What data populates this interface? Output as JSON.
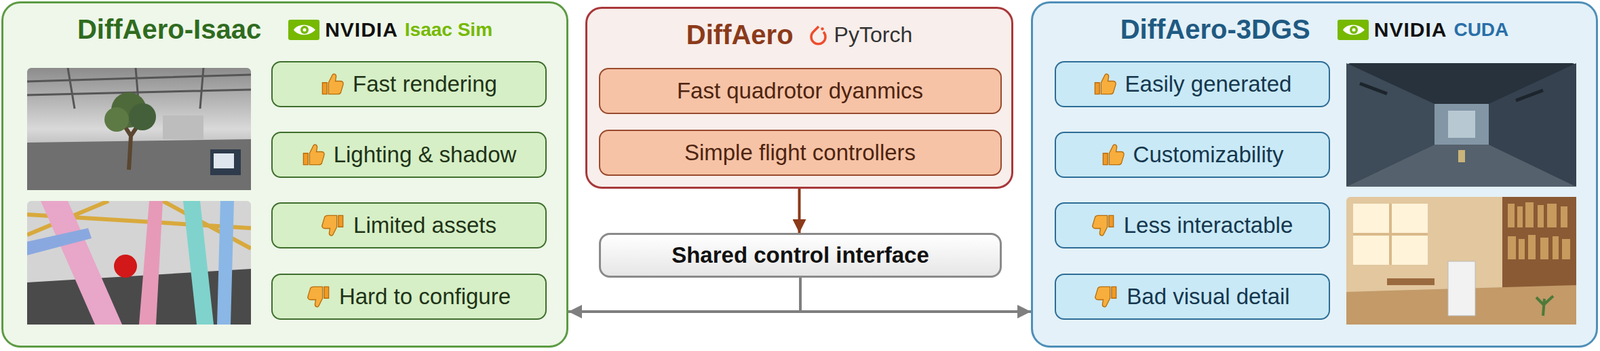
{
  "diagram": {
    "nodes": [
      {
        "text": [
          "DiffAero-Isaac",
          "NVIDIA",
          "Isaac Sim"
        ]
      },
      {
        "text": [
          "Fast rendering"
        ],
        "in": 0
      },
      {
        "text": [
          "Lighting & shadow"
        ],
        "in": 0
      },
      {
        "text": [
          "Limited assets"
        ],
        "in": 0
      },
      {
        "text": [
          "Hard to configure"
        ],
        "in": 0
      },
      {
        "text": [
          "DiffAero",
          "PyTorch"
        ]
      },
      {
        "text": [
          "Fast quadrotor dyanmics"
        ],
        "in": 5
      },
      {
        "text": [
          "Simple flight controllers"
        ],
        "in": 5
      },
      {
        "text": [
          "Shared control interface"
        ]
      },
      {
        "text": [
          "DiffAero-3DGS",
          "NVIDIA",
          "CUDA"
        ]
      },
      {
        "text": [
          "Easily generated"
        ],
        "in": 9
      },
      {
        "text": [
          "Customizability"
        ],
        "in": 9
      },
      {
        "text": [
          "Less interactable"
        ],
        "in": 9
      },
      {
        "text": [
          "Bad visual detail"
        ],
        "in": 9
      }
    ],
    "edges": [
      {
        "from": 5,
        "to": 8,
        "arrow": "to"
      },
      {
        "from": 8,
        "to": 0,
        "arrow": "to"
      },
      {
        "from": 8,
        "to": 9,
        "arrow": "to"
      }
    ]
  }
}
